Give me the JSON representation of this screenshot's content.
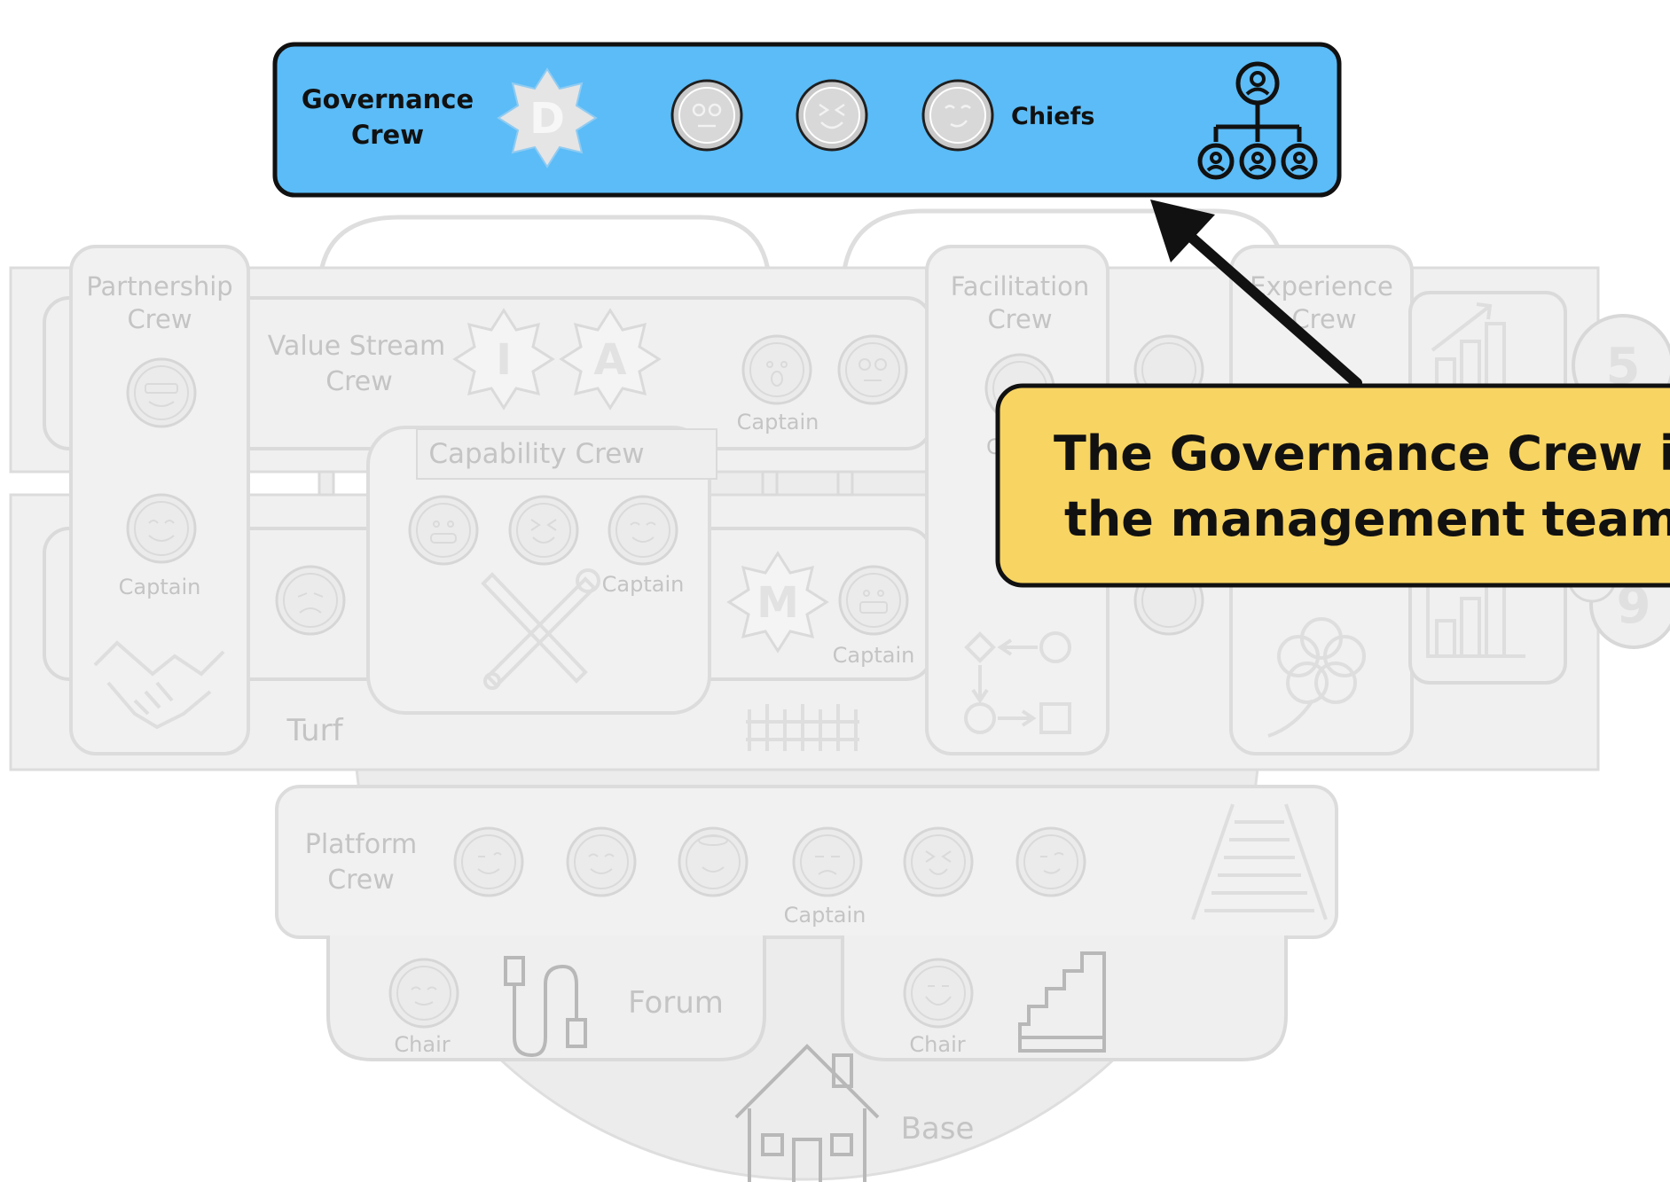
{
  "governance": {
    "label_line1": "Governance",
    "label_line2": "Crew",
    "badge_letter": "D",
    "chiefs_label": "Chiefs",
    "color": "#5bbcf7"
  },
  "callout": {
    "line1": "The Governance Crew is",
    "line2": "the management team.",
    "color": "#f8d462"
  },
  "background": {
    "partnership": {
      "line1": "Partnership",
      "line2": "Crew",
      "captain": "Captain"
    },
    "value_stream": {
      "line1": "Value Stream",
      "line2": "Crew",
      "badges": [
        "I",
        "A"
      ],
      "captain": "Captain"
    },
    "capability": {
      "title": "Capability Crew",
      "captain": "Captain"
    },
    "m_badge": {
      "letter": "M",
      "captain": "Captain"
    },
    "turf_label": "Turf",
    "facilitation": {
      "line1": "Facilitation",
      "line2": "Crew",
      "partial": "C"
    },
    "experience": {
      "line1": "Experience",
      "line2": "Crew"
    },
    "side_numbers": [
      "5",
      "9"
    ],
    "platform": {
      "line1": "Platform",
      "line2": "Crew",
      "captain": "Captain"
    },
    "forum": {
      "label": "Forum",
      "chair": "Chair"
    },
    "stairs": {
      "chair": "Chair"
    },
    "base_label": "Base"
  }
}
